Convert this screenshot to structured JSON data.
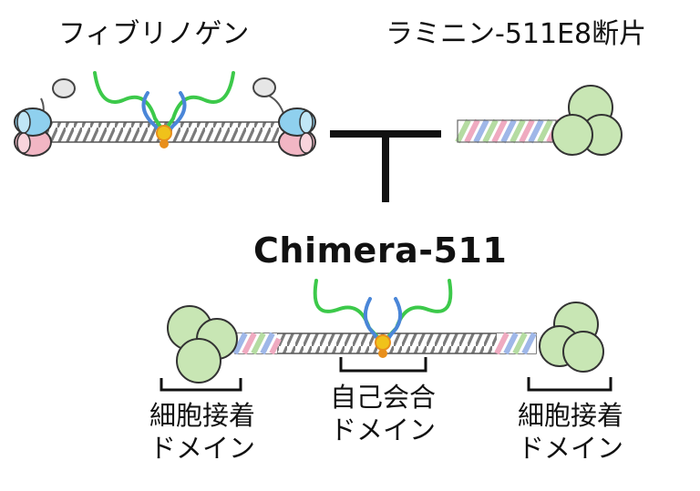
{
  "labels": {
    "fibrinogen": "フィブリノゲン",
    "laminin": "ラミニン-511E8断片",
    "chimera": "Chimera-511",
    "domain_left_line1": "細胞接着",
    "domain_left_line2": "ドメイン",
    "domain_center_line1": "自己会合",
    "domain_center_line2": "ドメイン",
    "domain_right_line1": "細胞接着",
    "domain_right_line2": "ドメイン"
  },
  "colors": {
    "strand_green": "#3cc94a",
    "strand_blue": "#4a86d8",
    "core_yellow": "#f0c21a",
    "core_orange": "#e88f1c",
    "globule_green": "#c8e6b4",
    "globule_blue": "#8fd0ee",
    "globule_pink": "#f2b6c4",
    "globule_grey": "#e6e6e6",
    "rod_grey": "#8a8a8a",
    "stripe_blue": "#9fb7e8",
    "stripe_pink": "#efaac0",
    "stripe_green": "#b5dca2",
    "line_black": "#111111"
  },
  "icons": [
    "fibrinogen-molecule-icon",
    "laminin-fragment-icon",
    "chimera-molecule-icon",
    "combine-arrow-icon"
  ]
}
